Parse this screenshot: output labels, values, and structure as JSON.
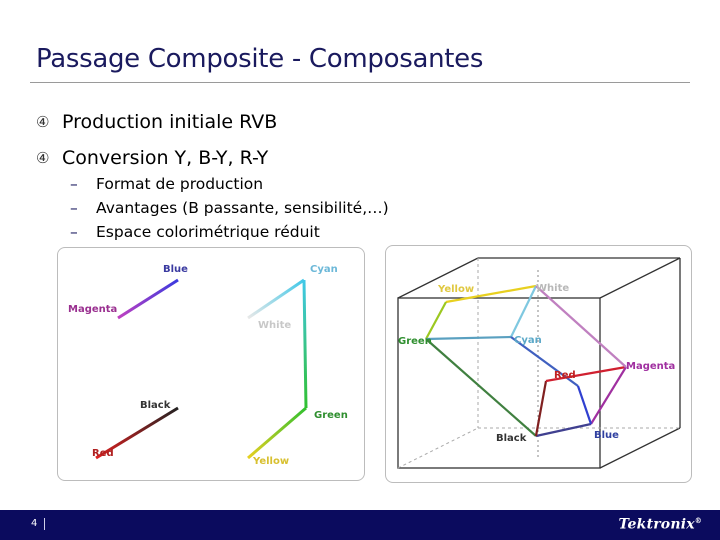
{
  "slide": {
    "title": "Passage Composite - Composantes",
    "page_number": "4"
  },
  "bullets": [
    {
      "icon": "circled-four-icon",
      "text": "Production initiale RVB"
    },
    {
      "icon": "circled-four-icon",
      "text": "Conversion Y, B-Y, R-Y"
    }
  ],
  "sub_bullets": [
    {
      "dash": "–",
      "text": "Format de production"
    },
    {
      "dash": "–",
      "text": "Avantages (B passante, sensibilité,…)"
    },
    {
      "dash": "–",
      "text": "Espace colorimétrique réduit"
    }
  ],
  "figure_rgb_cube": {
    "labels": {
      "blue": "Blue",
      "cyan": "Cyan",
      "magenta": "Magenta",
      "white": "White",
      "black": "Black",
      "green": "Green",
      "red": "Red",
      "yellow": "Yellow"
    }
  },
  "figure_yuv_cube": {
    "labels": {
      "yellow": "Yellow",
      "white": "White",
      "green": "Green",
      "cyan": "Cyan",
      "red": "Red",
      "magenta": "Magenta",
      "black": "Black",
      "blue": "Blue"
    }
  },
  "footer": {
    "logo_text": "Tektronix",
    "logo_mark": "®",
    "background_color": "#0b0b5e"
  }
}
